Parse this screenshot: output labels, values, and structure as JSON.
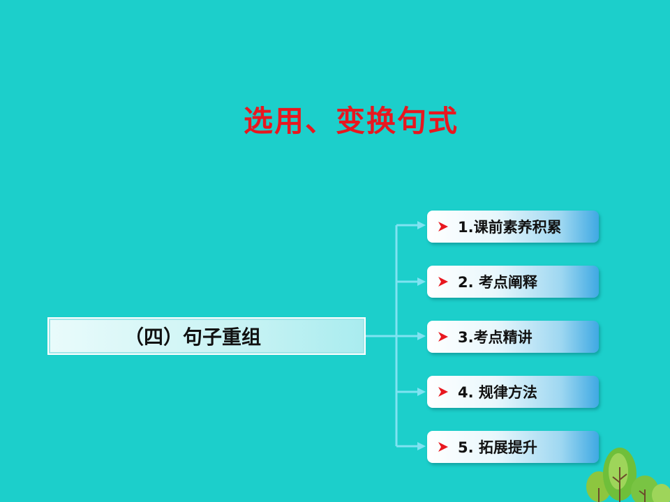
{
  "slide": {
    "title": "选用、变换句式",
    "topic": "（四）句子重组",
    "menu": [
      {
        "label": "1.课前素养积累"
      },
      {
        "label": "2. 考点阐释"
      },
      {
        "label": "3.考点精讲"
      },
      {
        "label": "4. 规律方法"
      },
      {
        "label": "5. 拓展提升"
      }
    ]
  },
  "colors": {
    "background": "#1ccfcb",
    "title": "#e8171f",
    "connector": "#7fe3f2",
    "arrow_icon": "#e8171f"
  },
  "icons": {
    "menu_bullet": "red-arrow-icon",
    "decoration": "tree-illustration"
  }
}
